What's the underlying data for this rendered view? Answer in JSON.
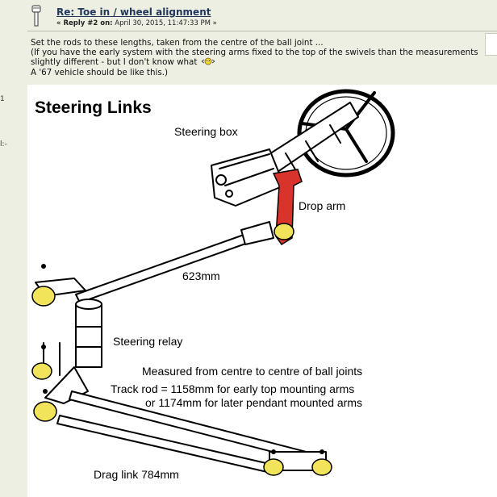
{
  "left_stubs": [
    "1",
    "l:-"
  ],
  "post": {
    "title": "Re: Toe in / wheel alignment",
    "reply_label": "« Reply #2 on:",
    "date": "April 30, 2015, 11:47:33 PM »",
    "lines": [
      "Set the rods to these lengths, taken from the centre of the ball joint ...",
      "(If you have the early system with the steering arms fixed to the top of the swivels than the measurements",
      "slightly different - but I don't know what",
      "A '67 vehicle should be like this.)"
    ]
  },
  "figure": {
    "title": "Steering Links",
    "labels": {
      "steering_box": "Steering box",
      "drop_arm": "Drop arm",
      "rod_623": "623mm",
      "steering_relay": "Steering relay",
      "measured": "Measured from centre to centre of ball joints",
      "track_rod_1": "Track rod = 1158mm for early top mounting arms",
      "track_rod_2": "or 1174mm for later pendant mounted arms",
      "drag_link": "Drag link 784mm"
    },
    "colors": {
      "ball_joint": "#f1e45a",
      "drop_arm": "#d8342c",
      "outline": "#000000"
    }
  }
}
